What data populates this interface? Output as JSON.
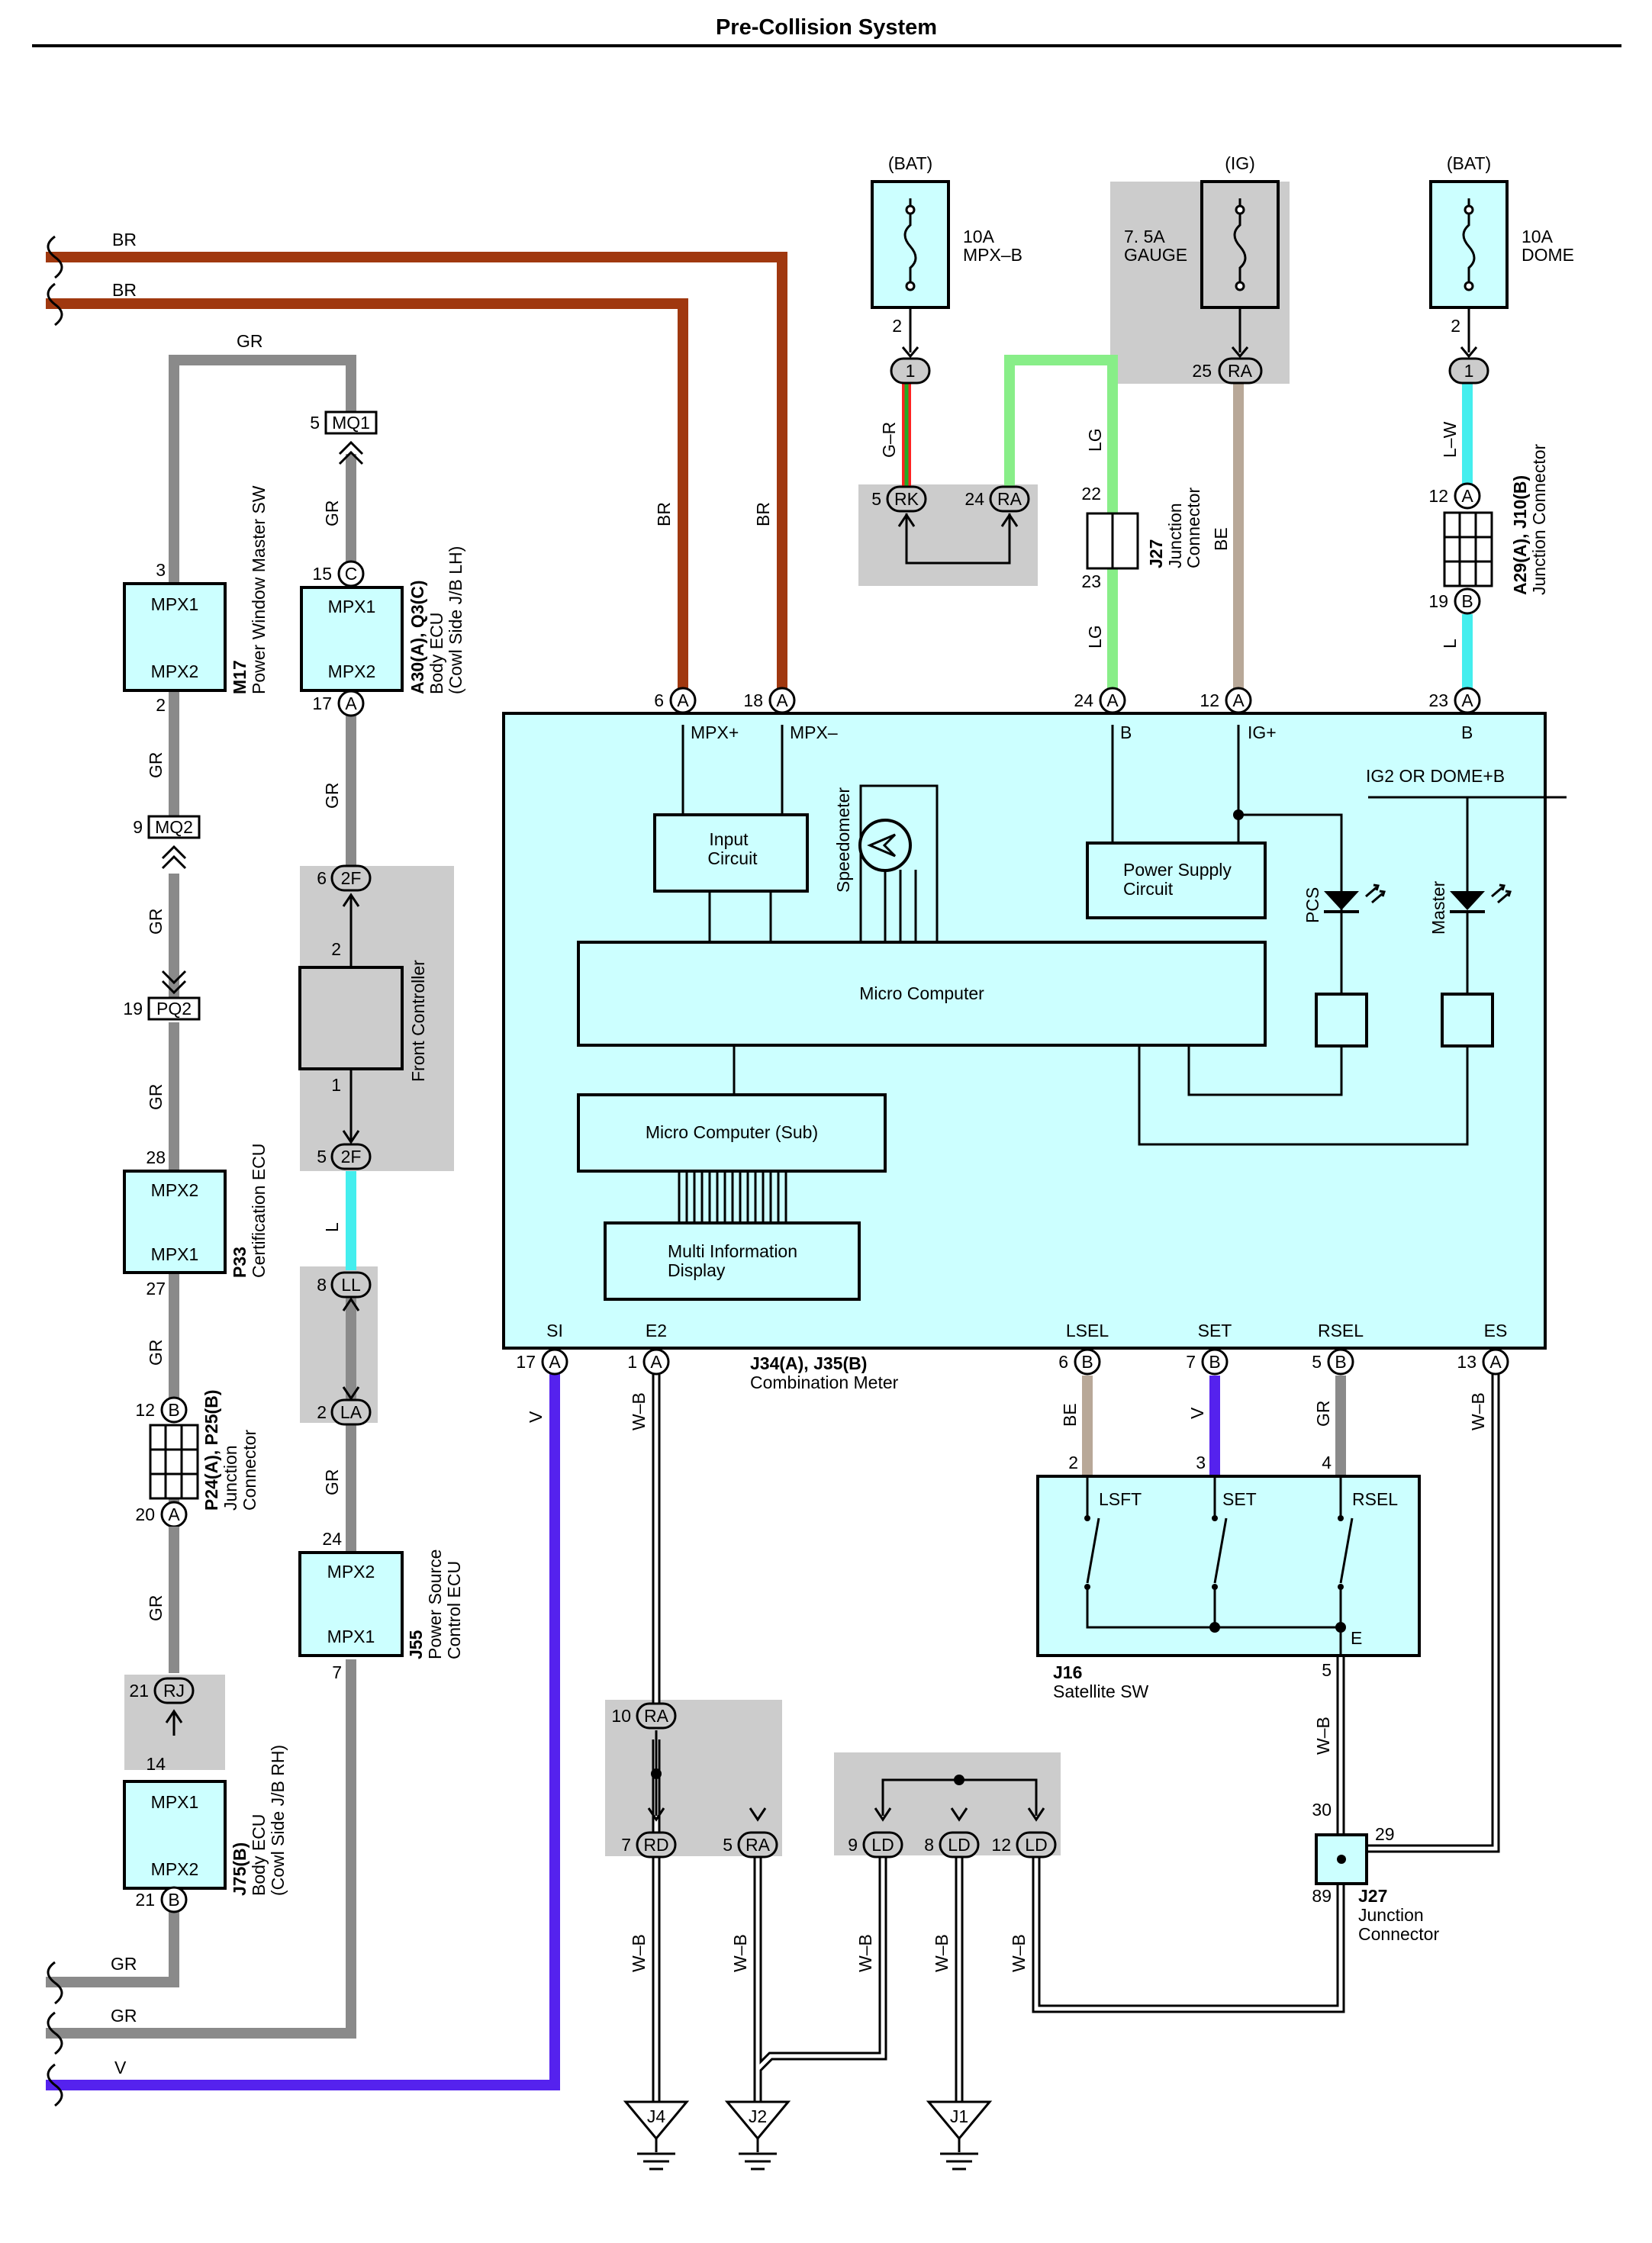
{
  "title": "Pre-Collision System",
  "fuses": {
    "mpxb": {
      "source": "(BAT)",
      "rating": "10A",
      "name": "MPX–B",
      "pin": "2",
      "conn": "1"
    },
    "gauge": {
      "source": "(IG)",
      "rating": "7. 5A",
      "name": "GAUGE",
      "pin": "25",
      "conn": "RA"
    },
    "dome": {
      "source": "(BAT)",
      "rating": "10A",
      "name": "DOME",
      "pin": "2",
      "conn": "1"
    }
  },
  "wire_colors": {
    "BR": "#a0380f",
    "GR": "#8a8a8a",
    "V": "#5522ee",
    "LG": "#88ee88",
    "L": "#44eeee",
    "BE": "#b8a898",
    "G-R": "#22aa22"
  },
  "wires": {
    "br1": "BR",
    "br2": "BR",
    "gr": "GR",
    "v": "V",
    "lg": "LG",
    "l": "L",
    "lw": "L–W",
    "be": "BE",
    "gr_green": "G–R",
    "wb": "W–B"
  },
  "components": {
    "m17": {
      "id": "M17",
      "desc": "Power Window Master SW",
      "top": "MPX1",
      "bottom": "MPX2",
      "pin_top": "3",
      "pin_bottom": "2"
    },
    "a30": {
      "id": "A30(A), Q3(C)",
      "desc": "Body ECU",
      "desc2": "(Cowl Side J/B LH)",
      "top": "MPX1",
      "bottom": "MPX2",
      "pin_top": "15",
      "conn_top": "C",
      "pin_bottom": "17",
      "conn_bottom": "A"
    },
    "mq1": {
      "pin": "5",
      "name": "MQ1"
    },
    "mq2": {
      "pin": "9",
      "name": "MQ2"
    },
    "pq2": {
      "pin": "19",
      "name": "PQ2"
    },
    "p33": {
      "id": "P33",
      "desc": "Certification ECU",
      "top": "MPX2",
      "bottom": "MPX1",
      "pin_top": "28",
      "pin_bottom": "27"
    },
    "p24": {
      "id": "P24(A), P25(B)",
      "desc": "Junction",
      "desc2": "Connector",
      "pin_top": "12",
      "conn_top": "B",
      "pin_bottom": "20",
      "conn_bottom": "A"
    },
    "rj": {
      "pin": "21",
      "name": "RJ"
    },
    "j75": {
      "id": "J75(B)",
      "desc": "Body ECU",
      "desc2": "(Cowl Side J/B RH)",
      "top": "MPX1",
      "bottom": "MPX2",
      "pin_top": "14",
      "pin_bottom": "21",
      "conn_bottom": "B"
    },
    "front": {
      "desc": "Front Controller",
      "pin_top": "6",
      "conn_top": "2F",
      "pin_bottom": "5",
      "conn_bottom": "2F",
      "inner_top": "2",
      "inner_bottom": "1"
    },
    "ll": {
      "pin": "8",
      "name": "LL"
    },
    "la": {
      "pin": "2",
      "name": "LA"
    },
    "j55": {
      "id": "J55",
      "desc": "Power Source",
      "desc2": "Control ECU",
      "top": "MPX2",
      "bottom": "MPX1",
      "pin_top": "24",
      "pin_bottom": "7"
    },
    "rk": {
      "pin": "5",
      "name": "RK"
    },
    "ra24": {
      "pin": "24",
      "name": "RA"
    },
    "j27a": {
      "id": "J27",
      "desc": "Junction",
      "desc2": "Connector",
      "pin_top": "22",
      "pin_bottom": "23"
    },
    "a29": {
      "id": "A29(A), J10(B)",
      "desc": "Junction Connector",
      "pin_top": "12",
      "conn_top": "A",
      "pin_bottom": "19",
      "conn_bottom": "B"
    },
    "meter": {
      "id": "J34(A), J35(B)",
      "desc": "Combination Meter",
      "pins_top": [
        {
          "pin": "6",
          "conn": "A",
          "label": "MPX+"
        },
        {
          "pin": "18",
          "conn": "A",
          "label": "MPX–"
        },
        {
          "pin": "24",
          "conn": "A",
          "label": "B"
        },
        {
          "pin": "12",
          "conn": "A",
          "label": "IG+"
        },
        {
          "pin": "23",
          "conn": "A",
          "label": "B"
        }
      ],
      "pins_bottom": [
        {
          "pin": "17",
          "conn": "A",
          "label": "SI"
        },
        {
          "pin": "1",
          "conn": "A",
          "label": "E2"
        },
        {
          "pin": "6",
          "conn": "B",
          "label": "LSEL"
        },
        {
          "pin": "7",
          "conn": "B",
          "label": "SET"
        },
        {
          "pin": "5",
          "conn": "B",
          "label": "RSEL"
        },
        {
          "pin": "13",
          "conn": "A",
          "label": "ES"
        }
      ],
      "input_circuit": [
        "Input",
        "Circuit"
      ],
      "speedometer": "Speedometer",
      "power_supply": [
        "Power Supply",
        "Circuit"
      ],
      "ig2_label": "IG2 OR DOME+B",
      "pcs": "PCS",
      "master": "Master",
      "micro": "Micro Computer",
      "micro_sub": "Micro Computer (Sub)",
      "mid": [
        "Multi Information",
        "Display"
      ]
    },
    "j16": {
      "id": "J16",
      "desc": "Satellite SW",
      "sw": [
        "LSFT",
        "SET",
        "RSEL"
      ],
      "pins": [
        "2",
        "3",
        "4"
      ],
      "e": "E",
      "pin_e": "5"
    },
    "j27b": {
      "id": "J27",
      "desc": "Junction",
      "desc2": "Connector",
      "pins": [
        "30",
        "29",
        "89"
      ]
    },
    "ra10": {
      "pin": "10",
      "name": "RA"
    },
    "rd": {
      "pin": "7",
      "name": "RD"
    },
    "ra5": {
      "pin": "5",
      "name": "RA"
    },
    "ld9": {
      "pin": "9",
      "name": "LD"
    },
    "ld8": {
      "pin": "8",
      "name": "LD"
    },
    "ld12": {
      "pin": "12",
      "name": "LD"
    },
    "grounds": [
      "J4",
      "J2",
      "J1"
    ]
  }
}
